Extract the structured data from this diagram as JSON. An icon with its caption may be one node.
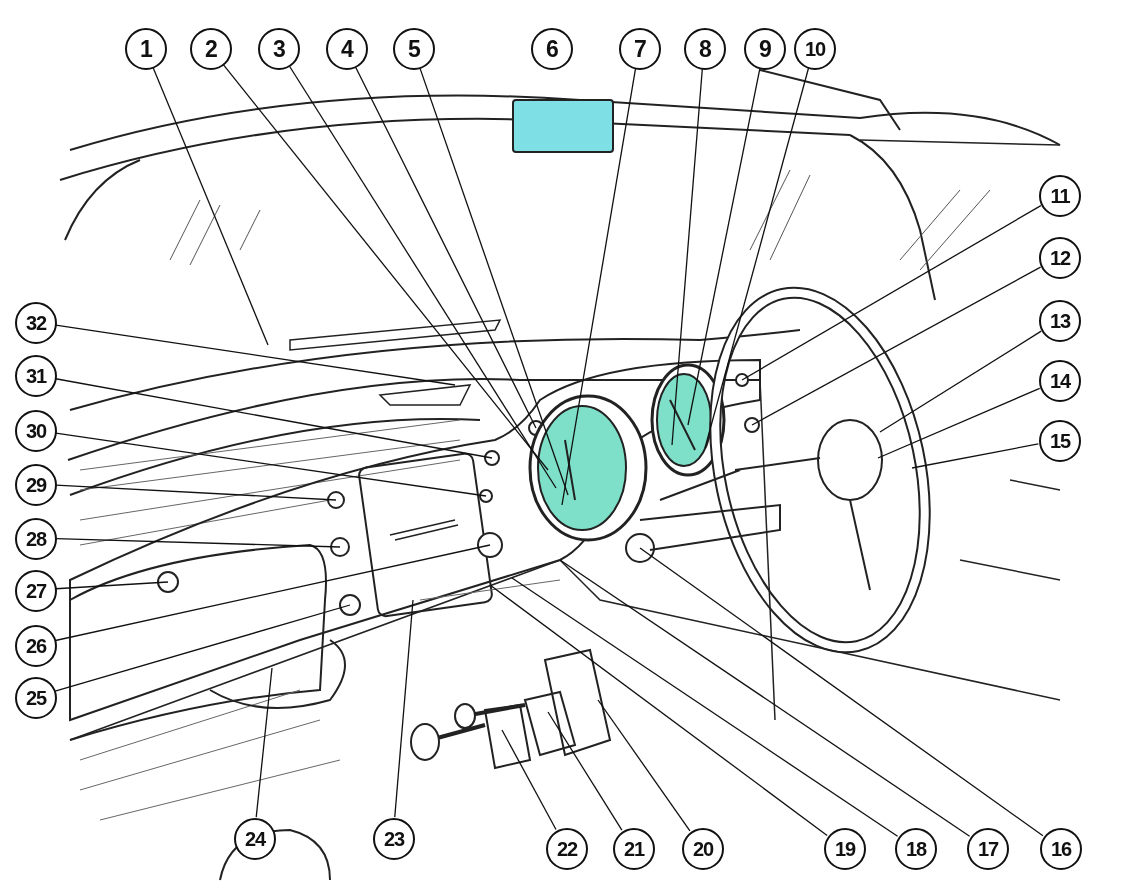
{
  "diagram": {
    "nodes": [
      {
        "text": [
          "1"
        ]
      },
      {
        "text": [
          "2"
        ]
      },
      {
        "text": [
          "3"
        ]
      },
      {
        "text": [
          "4"
        ]
      },
      {
        "text": [
          "5"
        ]
      },
      {
        "text": [
          "6"
        ]
      },
      {
        "text": [
          "7"
        ]
      },
      {
        "text": [
          "8"
        ]
      },
      {
        "text": [
          "9"
        ]
      },
      {
        "text": [
          "10"
        ]
      },
      {
        "text": [
          "11"
        ]
      },
      {
        "text": [
          "12"
        ]
      },
      {
        "text": [
          "13"
        ]
      },
      {
        "text": [
          "14"
        ]
      },
      {
        "text": [
          "15"
        ]
      },
      {
        "text": [
          "16"
        ]
      },
      {
        "text": [
          "17"
        ]
      },
      {
        "text": [
          "18"
        ]
      },
      {
        "text": [
          "19"
        ]
      },
      {
        "text": [
          "20"
        ]
      },
      {
        "text": [
          "21"
        ]
      },
      {
        "text": [
          "22"
        ]
      },
      {
        "text": [
          "23"
        ]
      },
      {
        "text": [
          "24"
        ]
      },
      {
        "text": [
          "25"
        ]
      },
      {
        "text": [
          "26"
        ]
      },
      {
        "text": [
          "27"
        ]
      },
      {
        "text": [
          "28"
        ]
      },
      {
        "text": [
          "29"
        ]
      },
      {
        "text": [
          "30"
        ]
      },
      {
        "text": [
          "31"
        ]
      },
      {
        "text": [
          "32"
        ]
      }
    ],
    "edges": [
      {
        "from": 0,
        "to": null,
        "arrow": "none"
      },
      {
        "from": 1,
        "to": null,
        "arrow": "none"
      },
      {
        "from": 2,
        "to": null,
        "arrow": "none"
      },
      {
        "from": 3,
        "to": null,
        "arrow": "none"
      },
      {
        "from": 4,
        "to": null,
        "arrow": "none"
      },
      {
        "from": 6,
        "to": null,
        "arrow": "none"
      },
      {
        "from": 7,
        "to": null,
        "arrow": "none"
      },
      {
        "from": 8,
        "to": null,
        "arrow": "none"
      },
      {
        "from": 9,
        "to": null,
        "arrow": "none"
      },
      {
        "from": 10,
        "to": null,
        "arrow": "none"
      },
      {
        "from": 11,
        "to": null,
        "arrow": "none"
      },
      {
        "from": 12,
        "to": null,
        "arrow": "none"
      },
      {
        "from": 13,
        "to": null,
        "arrow": "none"
      },
      {
        "from": 14,
        "to": null,
        "arrow": "none"
      },
      {
        "from": 15,
        "to": null,
        "arrow": "none"
      },
      {
        "from": 16,
        "to": null,
        "arrow": "none"
      },
      {
        "from": 17,
        "to": null,
        "arrow": "none"
      },
      {
        "from": 18,
        "to": null,
        "arrow": "none"
      },
      {
        "from": 19,
        "to": null,
        "arrow": "none"
      },
      {
        "from": 20,
        "to": null,
        "arrow": "none"
      },
      {
        "from": 21,
        "to": null,
        "arrow": "none"
      },
      {
        "from": 22,
        "to": null,
        "arrow": "none"
      },
      {
        "from": 23,
        "to": null,
        "arrow": "none"
      },
      {
        "from": 24,
        "to": null,
        "arrow": "none"
      },
      {
        "from": 25,
        "to": null,
        "arrow": "none"
      },
      {
        "from": 26,
        "to": null,
        "arrow": "none"
      },
      {
        "from": 27,
        "to": null,
        "arrow": "none"
      },
      {
        "from": 28,
        "to": null,
        "arrow": "none"
      },
      {
        "from": 29,
        "to": null,
        "arrow": "none"
      },
      {
        "from": 30,
        "to": null,
        "arrow": "none"
      },
      {
        "from": 31,
        "to": null,
        "arrow": "none"
      }
    ]
  }
}
